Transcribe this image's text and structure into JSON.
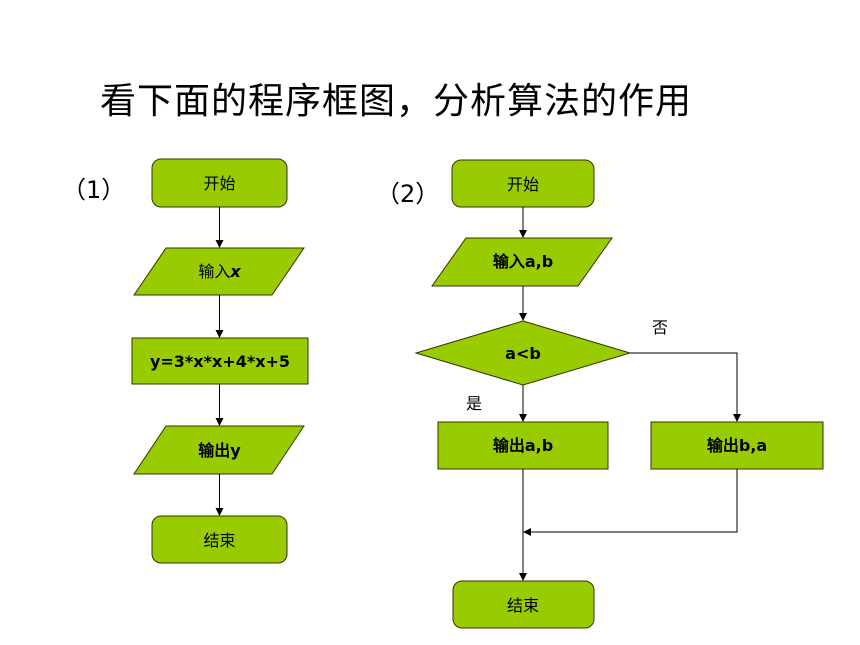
{
  "title": "看下面的程序框图，分析算法的作用",
  "colors": {
    "shape_fill": "#99CC00",
    "shape_stroke": "#333300",
    "line": "#000000"
  },
  "flow1": {
    "label": "（1）",
    "start": "开始",
    "input_prefix": "输入",
    "input_var": "x",
    "process": "y=3*x*x+4*x+5",
    "output": "输出y",
    "end": "结束"
  },
  "flow2": {
    "label": "（2）",
    "start": "开始",
    "input": "输入a,b",
    "decision": "a<b",
    "no": "否",
    "yes": "是",
    "output_yes": "输出a,b",
    "output_no": "输出b,a",
    "end": "结束"
  }
}
